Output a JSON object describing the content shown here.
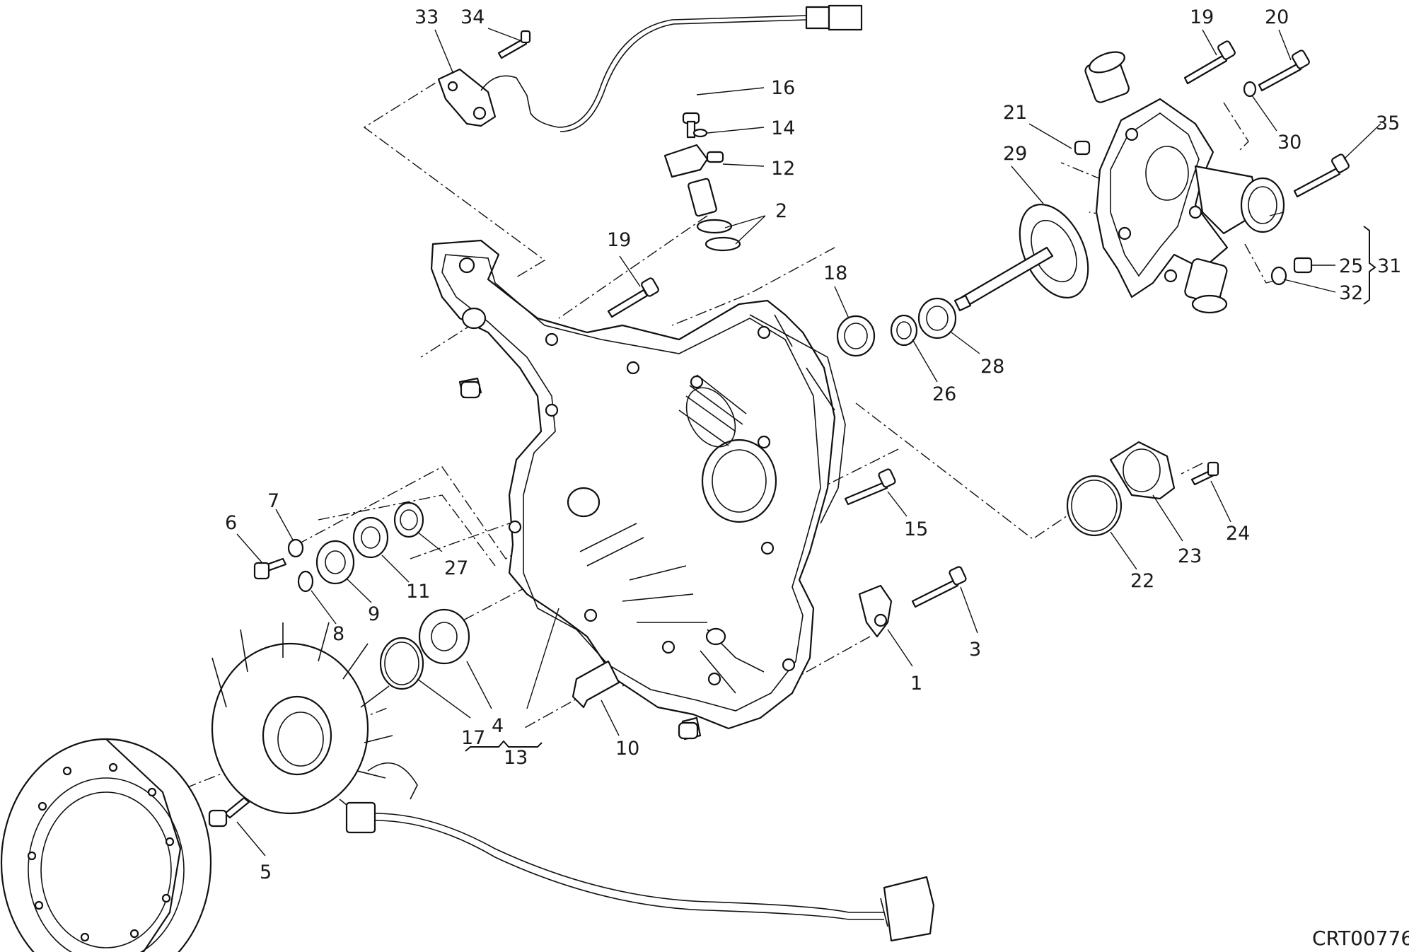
{
  "diagram_code": "CRT00776",
  "callouts": [
    {
      "id": "c33",
      "text": "33"
    },
    {
      "id": "c34",
      "text": "34"
    },
    {
      "id": "c16",
      "text": "16"
    },
    {
      "id": "c14",
      "text": "14"
    },
    {
      "id": "c12",
      "text": "12"
    },
    {
      "id": "c2",
      "text": "2"
    },
    {
      "id": "c19a",
      "text": "19"
    },
    {
      "id": "c19b",
      "text": "19"
    },
    {
      "id": "c20",
      "text": "20"
    },
    {
      "id": "c21",
      "text": "21"
    },
    {
      "id": "c30",
      "text": "30"
    },
    {
      "id": "c29",
      "text": "29"
    },
    {
      "id": "c35",
      "text": "35"
    },
    {
      "id": "c25",
      "text": "25"
    },
    {
      "id": "c31",
      "text": "31"
    },
    {
      "id": "c32",
      "text": "32"
    },
    {
      "id": "c18",
      "text": "18"
    },
    {
      "id": "c26",
      "text": "26"
    },
    {
      "id": "c28",
      "text": "28"
    },
    {
      "id": "c15",
      "text": "15"
    },
    {
      "id": "c22",
      "text": "22"
    },
    {
      "id": "c23",
      "text": "23"
    },
    {
      "id": "c24",
      "text": "24"
    },
    {
      "id": "c7",
      "text": "7"
    },
    {
      "id": "c6",
      "text": "6"
    },
    {
      "id": "c27",
      "text": "27"
    },
    {
      "id": "c11",
      "text": "11"
    },
    {
      "id": "c9",
      "text": "9"
    },
    {
      "id": "c8",
      "text": "8"
    },
    {
      "id": "c3",
      "text": "3"
    },
    {
      "id": "c1",
      "text": "1"
    },
    {
      "id": "c17",
      "text": "17"
    },
    {
      "id": "c4",
      "text": "4"
    },
    {
      "id": "c13",
      "text": "13"
    },
    {
      "id": "c10",
      "text": "10"
    },
    {
      "id": "c5",
      "text": "5"
    }
  ]
}
